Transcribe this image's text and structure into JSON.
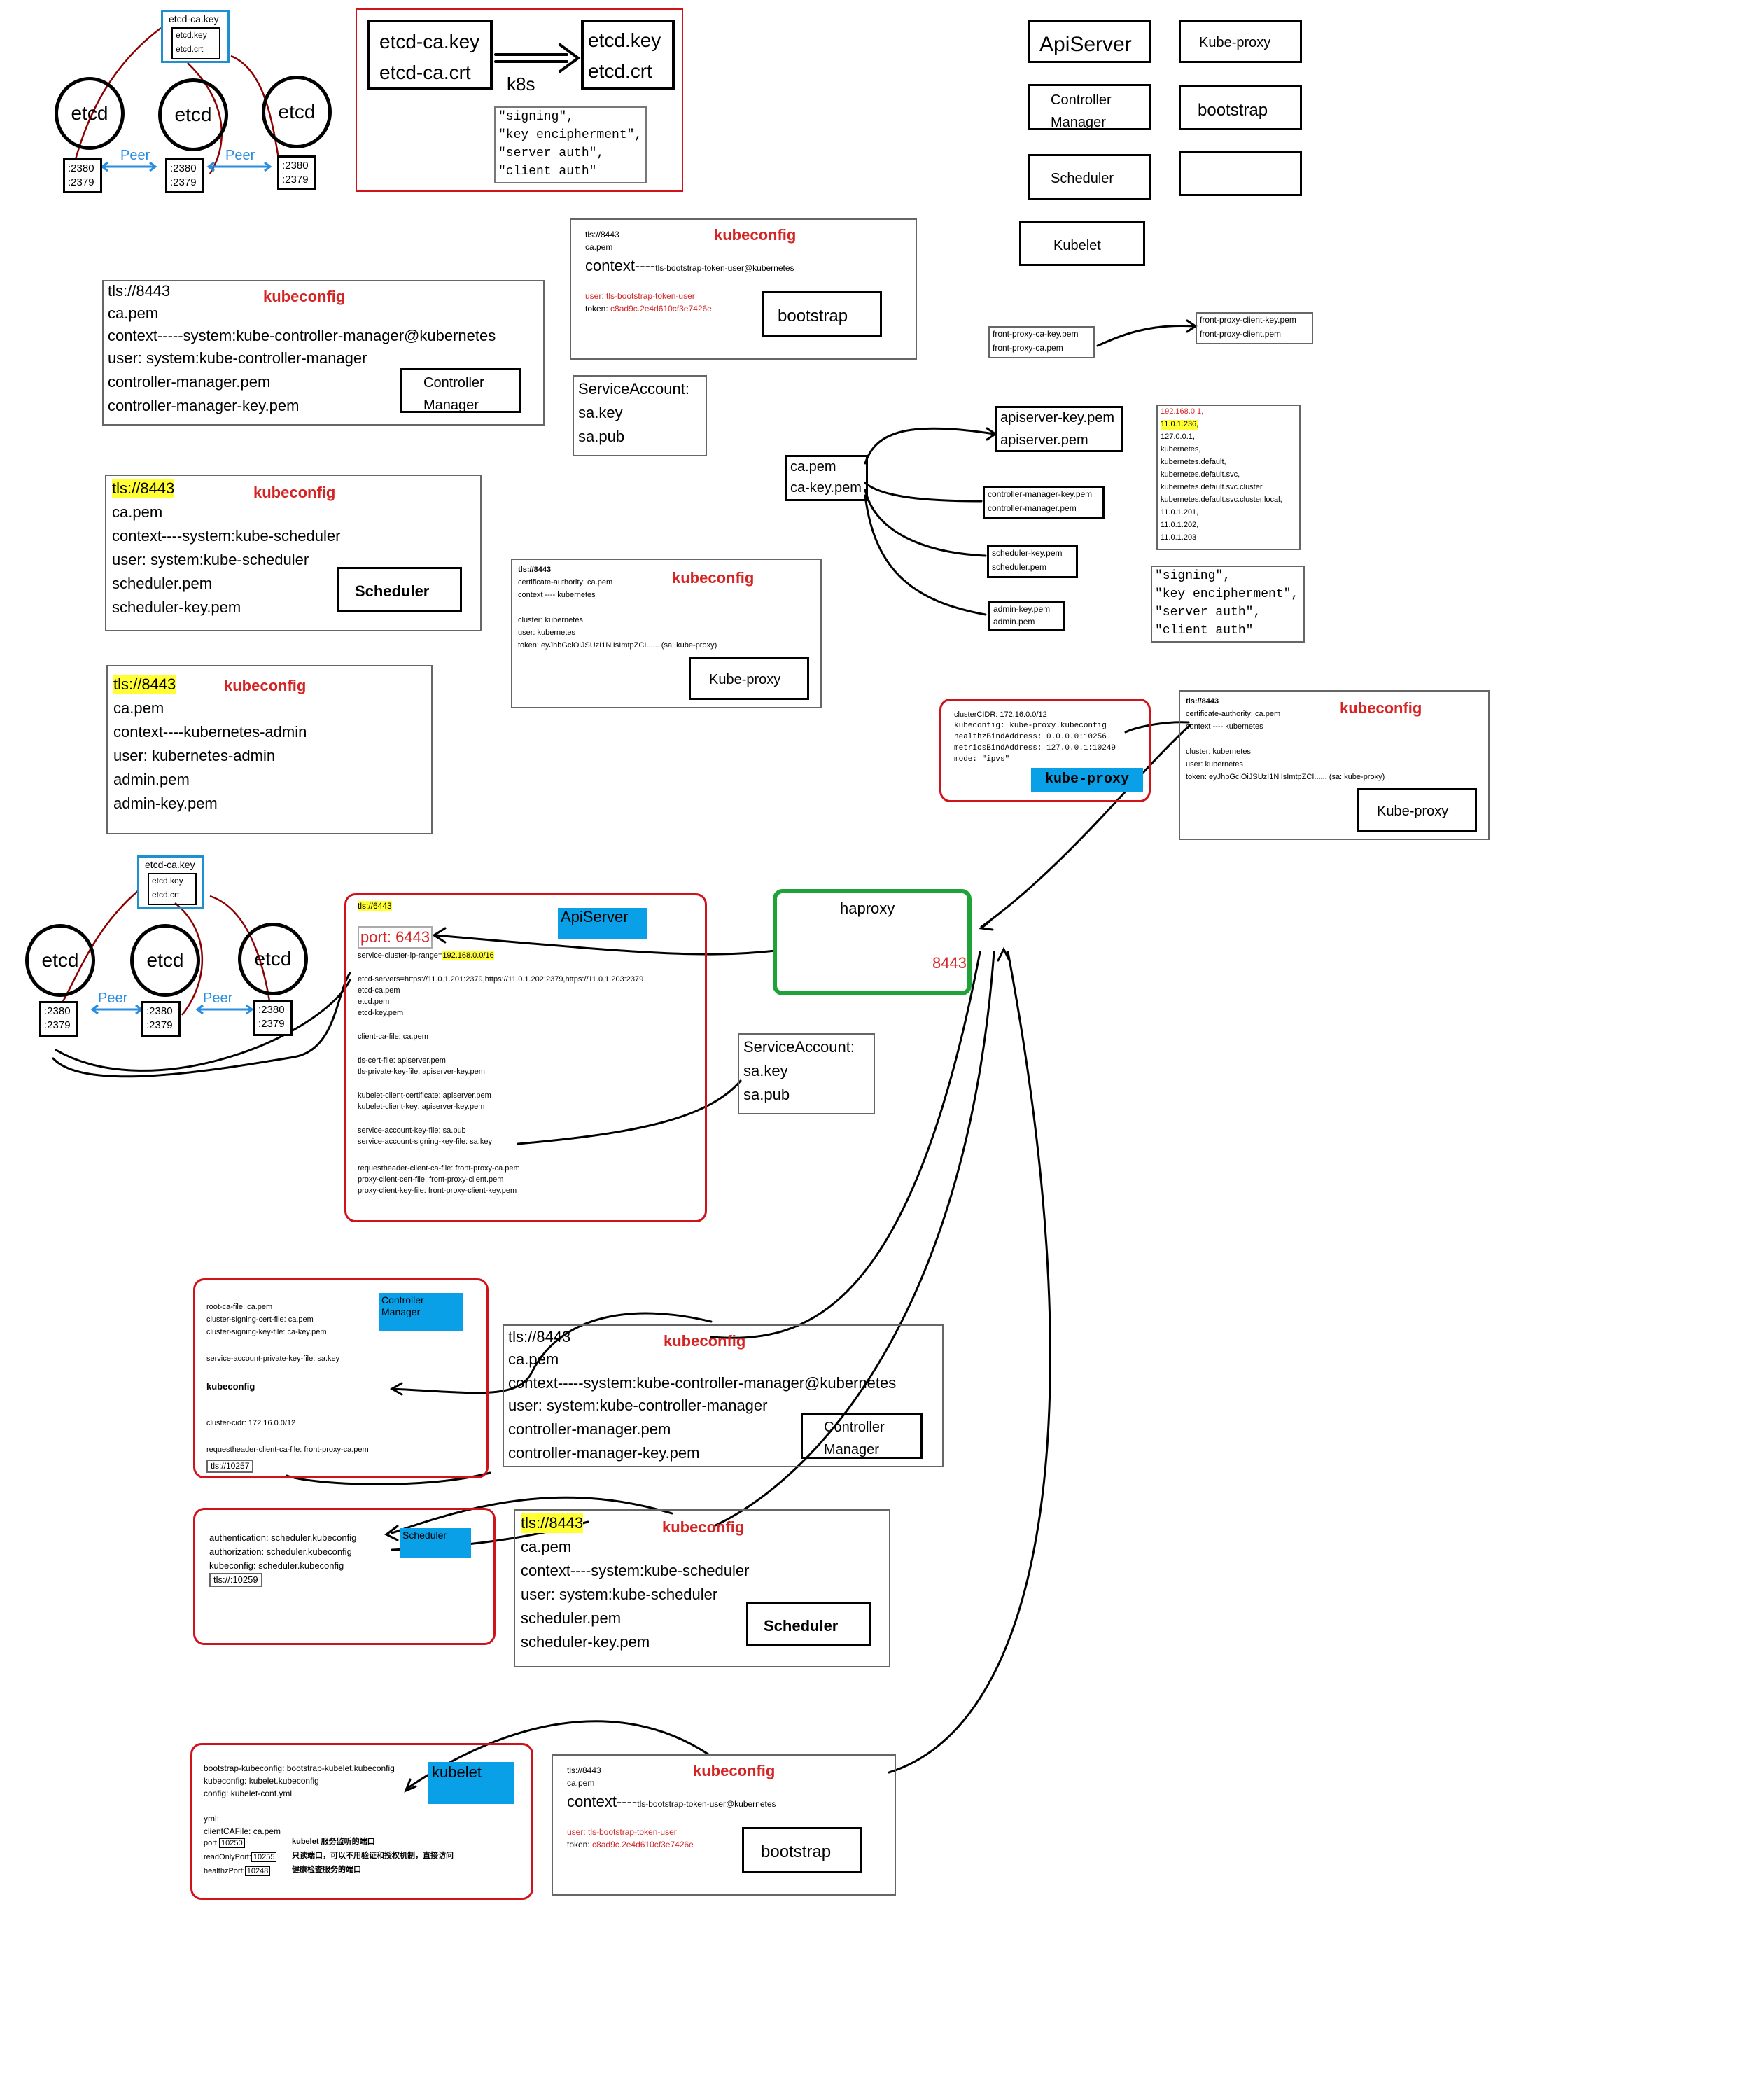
{
  "top": {
    "etcd_ca_small": [
      "etcd-ca.key",
      "etcd.key",
      "etcd.crt"
    ],
    "etcd_nodes": [
      "etcd",
      "etcd",
      "etcd"
    ],
    "ports": [
      ":2380",
      ":2379"
    ],
    "peer": "Peer",
    "certgen": {
      "left": [
        "etcd-ca.key",
        "etcd-ca.crt"
      ],
      "right": [
        "etcd.key",
        "etcd.crt"
      ],
      "k8s": "k8s",
      "usages": [
        "\"signing\",",
        "\"key encipherment\",",
        "\"server auth\",",
        "\"client auth\""
      ]
    }
  },
  "components": [
    "ApiServer",
    "Kube-proxy",
    "Controller Manager",
    "bootstrap",
    "Scheduler",
    "",
    "Kubelet"
  ],
  "kubeconfig_label": "kubeconfig",
  "bootstrap_kc": {
    "tls": "tls://8443",
    "ca": "ca.pem",
    "context_prefix": "context----",
    "context_value": "tls-bootstrap-token-user@kubernetes",
    "user": "user: tls-bootstrap-token-user",
    "token_label": "token:",
    "token_value": "c8ad9c.2e4d610cf3e7426e",
    "label": "bootstrap"
  },
  "cm_kc": {
    "lines": [
      "tls://8443",
      "ca.pem",
      "context-----system:kube-controller-manager@kubernetes",
      "user: system:kube-controller-manager",
      "controller-manager.pem",
      "controller-manager-key.pem"
    ],
    "label": "Controller Manager"
  },
  "sa": [
    "ServiceAccount:",
    "sa.key",
    "sa.pub"
  ],
  "sched_kc": {
    "tls": "tls://8443",
    "lines": [
      "ca.pem",
      "context----system:kube-scheduler",
      "user: system:kube-scheduler",
      "scheduler.pem",
      "scheduler-key.pem"
    ],
    "label": "Scheduler"
  },
  "admin_kc": {
    "tls": "tls://8443",
    "lines": [
      "ca.pem",
      "context----kubernetes-admin",
      "user: kubernetes-admin",
      "admin.pem",
      "admin-key.pem"
    ]
  },
  "kp_kc": {
    "lines": [
      "tls://8443",
      "certificate-authority: ca.pem",
      "context ---- kubernetes",
      "",
      "cluster: kubernetes",
      "user: kubernetes",
      "token: eyJhbGciOiJSUzI1NiIsImtpZCI...... (sa: kube-proxy)"
    ],
    "label": "Kube-proxy"
  },
  "ca": [
    "ca.pem",
    "ca-key.pem"
  ],
  "front_proxy": {
    "ca": [
      "front-proxy-ca-key.pem",
      "front-proxy-ca.pem"
    ],
    "client": [
      "front-proxy-client-key.pem",
      "front-proxy-client.pem"
    ]
  },
  "certs": {
    "apiserver": [
      "apiserver-key.pem",
      "apiserver.pem"
    ],
    "cm": [
      "controller-manager-key.pem",
      "controller-manager.pem"
    ],
    "sched": [
      "scheduler-key.pem",
      "scheduler.pem"
    ],
    "admin": [
      "admin-key.pem",
      "admin.pem"
    ]
  },
  "hosts": {
    "red": "192.168.0.1,",
    "hl": "11.0.1.236,",
    "rest": [
      "127.0.0.1,",
      "kubernetes,",
      "kubernetes.default,",
      "kubernetes.default.svc,",
      "kubernetes.default.svc.cluster,",
      "kubernetes.default.svc.cluster.local,",
      "11.0.1.201,",
      "11.0.1.202,",
      "11.0.1.203"
    ]
  },
  "usages2": [
    "\"signing\",",
    "\"key encipherment\",",
    "\"server auth\",",
    "\"client auth\""
  ],
  "kp_conf": {
    "lines": [
      "clusterCIDR: 172.16.0.0/12",
      "kubeconfig: kube-proxy.kubeconfig",
      "healthzBindAddress: 0.0.0.0:10256",
      "metricsBindAddress: 127.0.0.1:10249",
      "mode: \"ipvs\""
    ],
    "label": "kube-proxy"
  },
  "apiserver": {
    "tls": "tls://6443",
    "title": "ApiServer",
    "port": "port: 6443",
    "range_label": "service-cluster-ip-range=",
    "range_value": "192.168.0.0/16",
    "lines": [
      "etcd-servers=https://11.0.1.201:2379,https://11.0.1.202:2379,https://11.0.1.203:2379",
      "etcd-ca.pem",
      "etcd.pem",
      "etcd-key.pem",
      "",
      "client-ca-file: ca.pem",
      "",
      "tls-cert-file: apiserver.pem",
      "tls-private-key-file: apiserver-key.pem",
      "",
      "kubelet-client-certificate: apiserver.pem",
      "kubelet-client-key: apiserver-key.pem",
      "",
      "service-account-key-file: sa.pub",
      "service-account-signing-key-file: sa.key",
      "",
      "requestheader-client-ca-file: front-proxy-ca.pem",
      "proxy-client-cert-file: front-proxy-client.pem",
      "proxy-client-key-file: front-proxy-client-key.pem"
    ]
  },
  "haproxy": {
    "title": "haproxy",
    "port": "8443"
  },
  "cm_conf": {
    "title": "Controller Manager",
    "lines": [
      "root-ca-file: ca.pem",
      "cluster-signing-cert-file: ca.pem",
      "cluster-signing-key-file: ca-key.pem",
      "",
      "service-account-private-key-file: sa.key",
      "",
      "kubeconfig",
      "",
      "",
      "cluster-cidr: 172.16.0.0/12",
      "",
      "requestheader-client-ca-file: front-proxy-ca.pem"
    ],
    "port": "tls://10257"
  },
  "sched_conf": {
    "title": "Scheduler",
    "lines": [
      "authentication: scheduler.kubeconfig",
      "authorization: scheduler.kubeconfig",
      "kubeconfig: scheduler.kubeconfig"
    ],
    "port": "tls://:10259"
  },
  "kubelet_conf": {
    "title": "kubelet",
    "lines": [
      "bootstrap-kubeconfig: bootstrap-kubelet.kubeconfig",
      "kubeconfig: kubelet.kubeconfig",
      "config: kubelet-conf.yml",
      "",
      "yml:",
      "clientCAFile: ca.pem"
    ],
    "ports": [
      {
        "key": "port:",
        "val": "10250",
        "note": "kubelet 服务监听的端口"
      },
      {
        "key": "readOnlyPort:",
        "val": "10255",
        "note": "只读端口，可以不用验证和授权机制，直接访问"
      },
      {
        "key": "healthzPort:",
        "val": "10248",
        "note": "健康检查服务的端口"
      }
    ]
  }
}
